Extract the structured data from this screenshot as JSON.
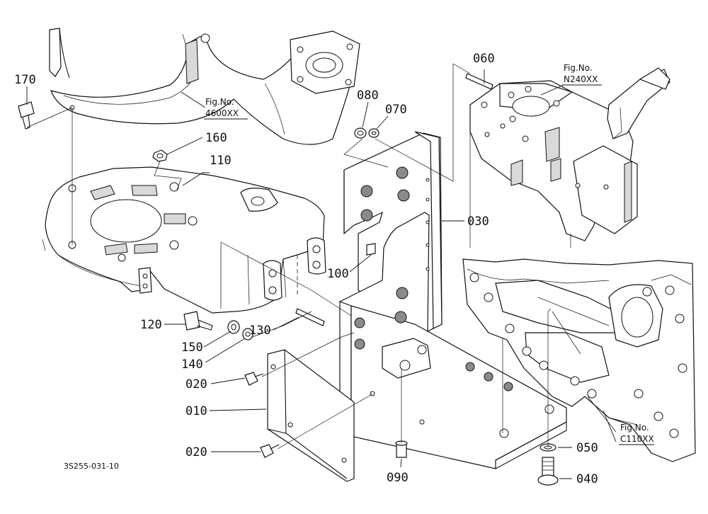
{
  "callouts": {
    "p010": "010",
    "p020a": "020",
    "p020b": "020",
    "p030": "030",
    "p040": "040",
    "p050": "050",
    "p060": "060",
    "p070": "070",
    "p080": "080",
    "p090": "090",
    "p100": "100",
    "p110": "110",
    "p120": "120",
    "p130": "130",
    "p140": "140",
    "p150": "150",
    "p160": "160",
    "p170": "170"
  },
  "figure_refs": {
    "ref_4600": {
      "label": "Fig.No.",
      "code": "4600XX"
    },
    "ref_n240": {
      "label": "Fig.No.",
      "code": "N240XX"
    },
    "ref_c110": {
      "label": "Fig.No.",
      "code": "C110XX"
    }
  },
  "drawing_code": "3S255-031-10"
}
